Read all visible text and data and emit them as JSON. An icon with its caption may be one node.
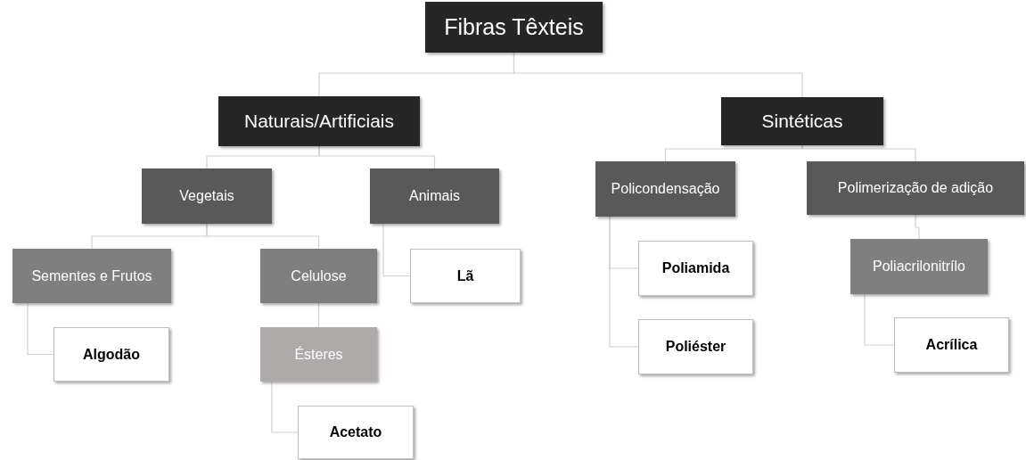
{
  "diagram": {
    "nodes": [
      {
        "text": [
          "Fibras Têxteis"
        ]
      },
      {
        "text": [
          "Naturais/Artificiais"
        ]
      },
      {
        "text": [
          "Sintéticas"
        ]
      },
      {
        "text": [
          "Vegetais"
        ]
      },
      {
        "text": [
          "Animais"
        ]
      },
      {
        "text": [
          "Sementes e Frutos"
        ]
      },
      {
        "text": [
          "Celulose"
        ]
      },
      {
        "text": [
          "Ésteres"
        ]
      },
      {
        "text": [
          "Algodão"
        ]
      },
      {
        "text": [
          "Acetato"
        ]
      },
      {
        "text": [
          "Lã"
        ]
      },
      {
        "text": [
          "Policondensação"
        ]
      },
      {
        "text": [
          "Polimerização de adição"
        ]
      },
      {
        "text": [
          "Poliamida"
        ]
      },
      {
        "text": [
          "Poliéster"
        ]
      },
      {
        "text": [
          "Poliacrilonitrílo"
        ]
      },
      {
        "text": [
          "Acrílica"
        ]
      }
    ],
    "edges": [
      {
        "from": 0,
        "to": 1,
        "arrow": "none"
      },
      {
        "from": 0,
        "to": 2,
        "arrow": "none"
      },
      {
        "from": 1,
        "to": 3,
        "arrow": "none"
      },
      {
        "from": 1,
        "to": 4,
        "arrow": "none"
      },
      {
        "from": 3,
        "to": 5,
        "arrow": "none"
      },
      {
        "from": 3,
        "to": 6,
        "arrow": "none"
      },
      {
        "from": 4,
        "to": 10,
        "arrow": "none"
      },
      {
        "from": 5,
        "to": 8,
        "arrow": "none"
      },
      {
        "from": 6,
        "to": 7,
        "arrow": "none"
      },
      {
        "from": 7,
        "to": 9,
        "arrow": "none"
      },
      {
        "from": 2,
        "to": 11,
        "arrow": "none"
      },
      {
        "from": 2,
        "to": 12,
        "arrow": "none"
      },
      {
        "from": 11,
        "to": 13,
        "arrow": "none"
      },
      {
        "from": 11,
        "to": 14,
        "arrow": "none"
      },
      {
        "from": 12,
        "to": 15,
        "arrow": "none"
      },
      {
        "from": 15,
        "to": 16,
        "arrow": "none"
      }
    ]
  }
}
